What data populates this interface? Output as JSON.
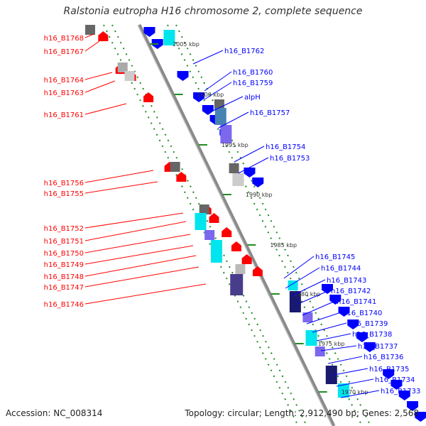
{
  "title": "Ralstonia eutropha H16 chromosome 2, complete sequence",
  "footer": {
    "accession": "Accession: NC_008314",
    "summary": "Topology: circular; Length: 2,912,490 bp; Genes: 2,568"
  },
  "colors": {
    "forward": "#ff0000",
    "reverse": "#0000ff",
    "axis": "#888888",
    "tick": "#228b22"
  },
  "kbp_ticks": [
    "2005 kbp",
    "2000 kbp",
    "1995 kbp",
    "1990 kbp",
    "1985 kbp",
    "1980 kbp",
    "1975 kbp",
    "1970 kbp"
  ],
  "left_labels": [
    "h16_B1768",
    "h16_B1767",
    "h16_B1764",
    "h16_B1763",
    "h16_B1761",
    "h16_B1756",
    "h16_B1755",
    "h16_B1752",
    "h16_B1751",
    "h16_B1750",
    "h16_B1749",
    "h16_B1748",
    "h16_B1747",
    "h16_B1746"
  ],
  "right_labels": [
    "h16_B1762",
    "h16_B1760",
    "h16_B1759",
    "alpH",
    "h16_B1757",
    "h16_B1754",
    "h16_B1753",
    "h16_B1745",
    "h16_B1744",
    "h16_B1743",
    "h16_B1742",
    "h16_B1741",
    "h16_B1740",
    "h16_B1739",
    "h16_B1738",
    "h16_B1737",
    "h16_B1736",
    "h16_B1735",
    "h16_B1734",
    "h16_B1733"
  ]
}
